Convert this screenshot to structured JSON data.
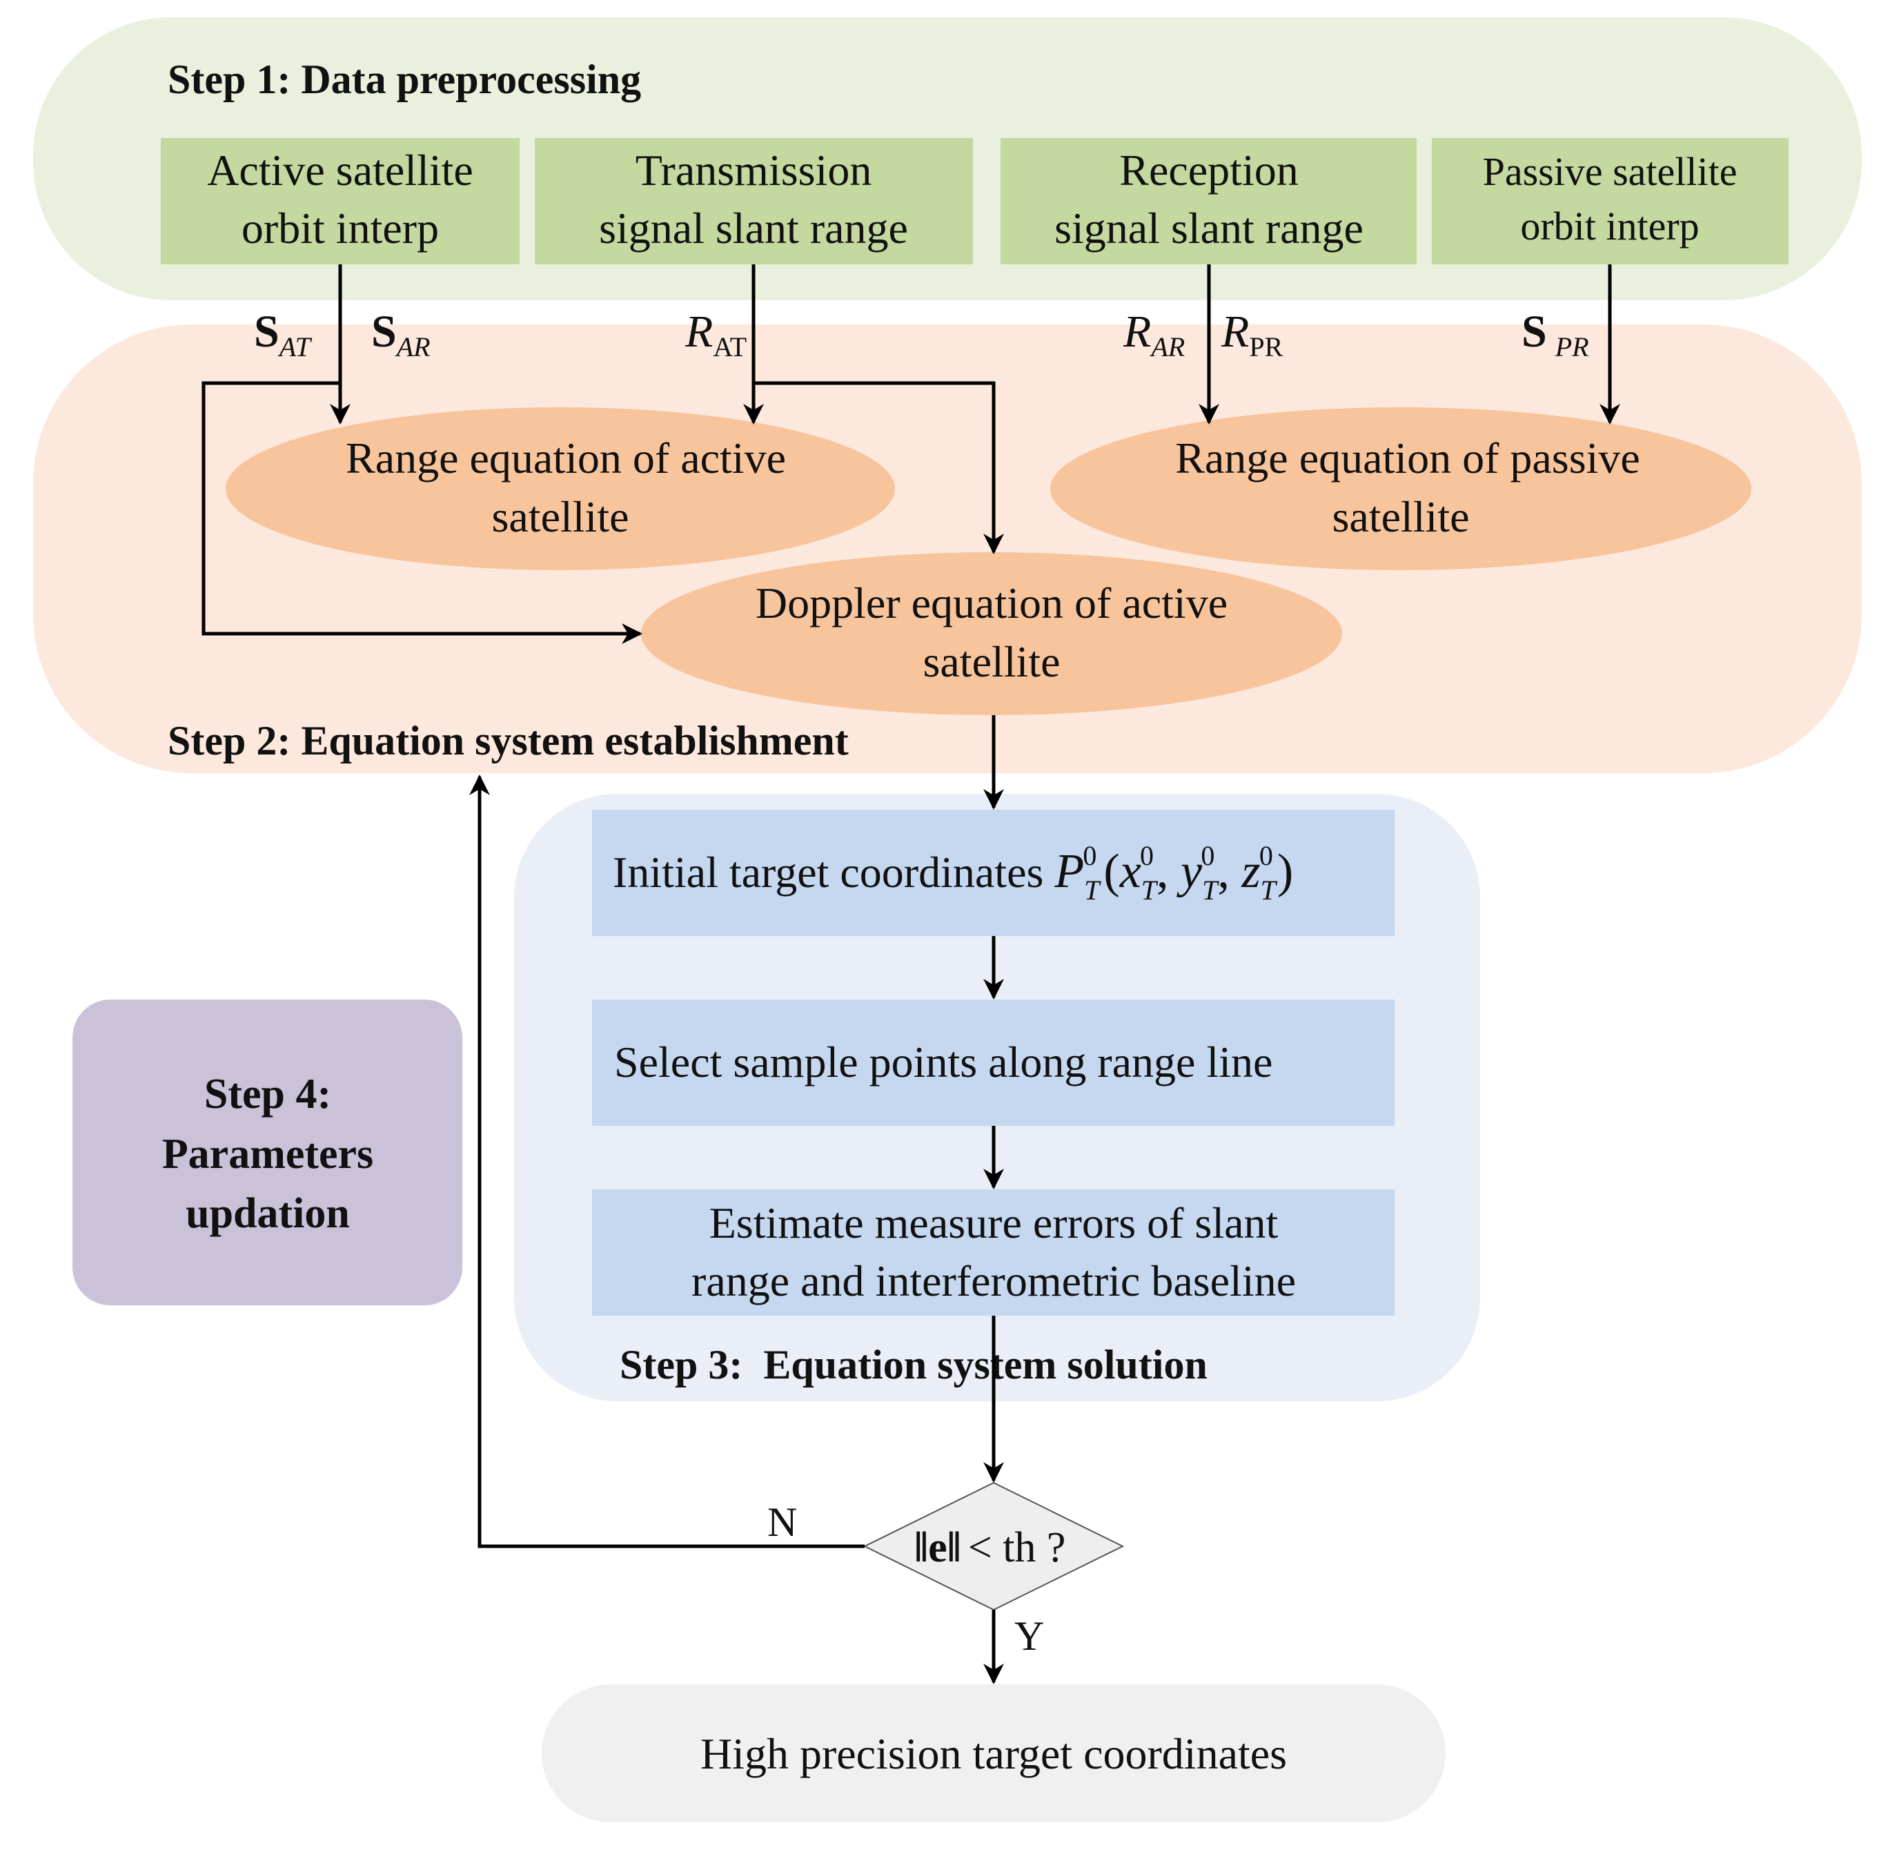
{
  "colors": {
    "step1_bg": "#e9f0dd",
    "step1_box": "#c4d89f",
    "step2_bg": "#fce8dc",
    "ellipse": "#f7c49c",
    "step3_bg": "#e9eef7",
    "step3_box": "#c5d8f0",
    "step4_bg": "#cbc2d9",
    "result_bg": "#f0f0f0",
    "diamond": "#eeeeee",
    "line": "#000000"
  },
  "step1": {
    "title": "Step 1: Data preprocessing",
    "boxes": [
      {
        "line1": "Active satellite",
        "line2": "orbit interp"
      },
      {
        "line1": "Transmission",
        "line2": "signal slant range"
      },
      {
        "line1": "Reception",
        "line2": "signal slant range"
      },
      {
        "line1": "Passive satellite",
        "line2": "orbit interp"
      }
    ]
  },
  "signals": {
    "s_at": {
      "base": "S",
      "sub": "AT"
    },
    "s_ar": {
      "base": "S",
      "sub": "AR"
    },
    "r_at": {
      "base": "R",
      "sub": "AT"
    },
    "r_ar": {
      "base": "R",
      "sub": "AR"
    },
    "r_pr": {
      "base": "R",
      "sub": "PR"
    },
    "s_pr": {
      "base": "S",
      "sub": "PR"
    }
  },
  "step2": {
    "title": "Step 2: Equation system establishment",
    "range_active": {
      "line1": "Range equation of active",
      "line2": "satellite"
    },
    "range_passive": {
      "line1": "Range equation of passive",
      "line2": "satellite"
    },
    "doppler_active": {
      "line1": "Doppler equation of active",
      "line2": "satellite"
    }
  },
  "step3": {
    "title": "Step 3:  Equation system solution",
    "initial_label": "Initial target coordinates",
    "initial_P": "P",
    "select": "Select sample points along range line",
    "estimate": {
      "line1": "Estimate measure errors of slant",
      "line2": "range and interferometric baseline"
    }
  },
  "step4": {
    "line1": "Step 4:",
    "line2": "Parameters",
    "line3": "updation"
  },
  "decision": {
    "condition": "< th ?",
    "no": "N",
    "yes": "Y"
  },
  "result": "High precision target coordinates"
}
